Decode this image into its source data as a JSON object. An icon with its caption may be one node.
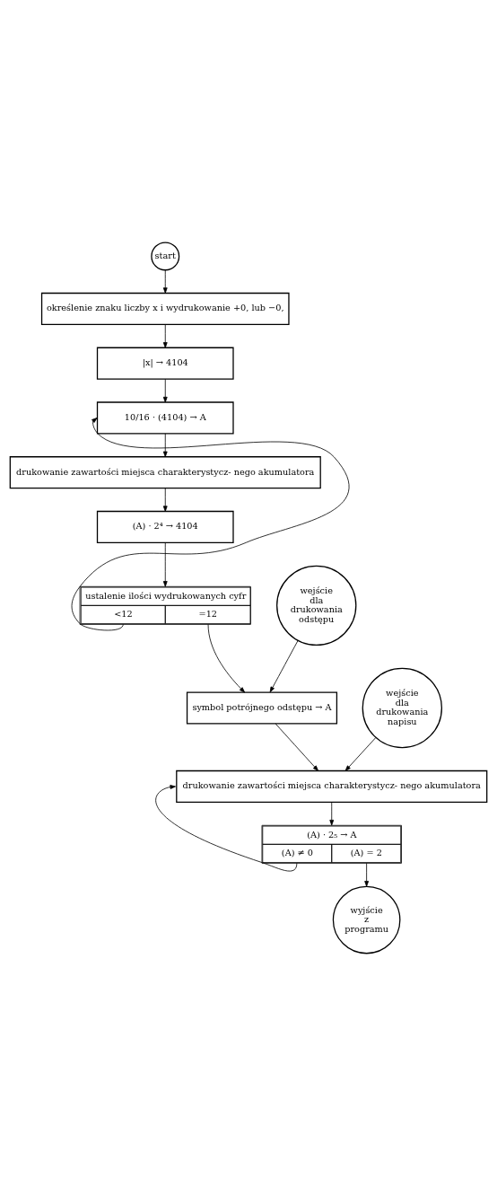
{
  "diagram": {
    "nodes": [
      {
        "text": [
          "start"
        ]
      },
      {
        "text": [
          "określenie znaku liczby x i wydrukowanie +0, lub −0,"
        ]
      },
      {
        "text": [
          "|x| → 4104"
        ]
      },
      {
        "text": [
          "10/16 · (4104) → A"
        ]
      },
      {
        "text": [
          "drukowanie zawartości miejsca charakterystycz- nego akumulatora"
        ]
      },
      {
        "text": [
          "(A) · 2⁴ → 4104"
        ]
      },
      {
        "text": [
          "ustalenie ilości wydrukowanych cyfr",
          "<12",
          "=12"
        ]
      },
      {
        "text": [
          "wejście dla drukowania odstępu"
        ]
      },
      {
        "text": [
          "symbol potrójnego odstępu → A"
        ]
      },
      {
        "text": [
          "wejście dla drukowania napisu"
        ]
      },
      {
        "text": [
          "drukowanie zawartości miejsca charakterystycz- nego akumulatora"
        ]
      },
      {
        "text": [
          "(A) · 2₅ → A",
          "(A) ≠ 0",
          "(A) = 2"
        ]
      },
      {
        "text": [
          "wyjście z programu"
        ]
      }
    ],
    "edges": [
      {
        "from": 0,
        "to": 1,
        "arrow": "to"
      },
      {
        "from": 1,
        "to": 2,
        "arrow": "to"
      },
      {
        "from": 2,
        "to": 3,
        "arrow": "to"
      },
      {
        "from": 3,
        "to": 4,
        "arrow": "to"
      },
      {
        "from": 4,
        "to": 5,
        "arrow": "to"
      },
      {
        "from": 5,
        "to": 6,
        "arrow": "to"
      },
      {
        "from": 6,
        "to": 3,
        "arrow": "to"
      },
      {
        "from": 6,
        "to": 8,
        "arrow": "to"
      },
      {
        "from": 7,
        "to": 8,
        "arrow": "to"
      },
      {
        "from": 8,
        "to": 10,
        "arrow": "to"
      },
      {
        "from": 9,
        "to": 10,
        "arrow": "to"
      },
      {
        "from": 10,
        "to": 11,
        "arrow": "to"
      },
      {
        "from": 11,
        "to": 10,
        "arrow": "to"
      },
      {
        "from": 11,
        "to": 12,
        "arrow": "to"
      }
    ]
  }
}
